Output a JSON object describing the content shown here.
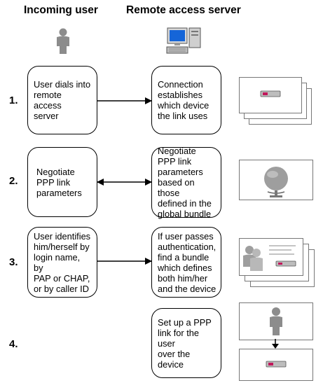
{
  "headers": {
    "incoming_user": "Incoming user",
    "remote_access_server": "Remote access server"
  },
  "steps": [
    {
      "number": "1.",
      "user_text": "User dials into\nremote access\nserver",
      "server_text": "Connection\nestablishes\nwhich device\nthe link uses",
      "arrow": "right",
      "thumbnail": "device-cards-icon"
    },
    {
      "number": "2.",
      "user_text": "Negotiate\nPPP link\nparameters",
      "server_text": "Negotiate\nPPP link\nparameters\nbased on those\ndefined in the\nglobal bundle",
      "arrow": "both",
      "thumbnail": "globe-icon"
    },
    {
      "number": "3.",
      "user_text": "User identifies\nhim/herself by\nlogin name, by\nPAP or CHAP,\nor by caller ID",
      "server_text": "If user passes\nauthentication,\nfind a bundle\nwhich defines\nboth him/her\nand the device",
      "arrow": "right",
      "thumbnail": "users-bundle-icon"
    },
    {
      "number": "4.",
      "user_text": "",
      "server_text": "Set up a PPP\nlink for the user\nover the device",
      "arrow": "none",
      "thumbnail": "user-to-device-icon"
    }
  ],
  "colors": {
    "person": "#8c8c8c",
    "monitor_screen": "#1565d8",
    "device_stripe": "#c2185b"
  }
}
